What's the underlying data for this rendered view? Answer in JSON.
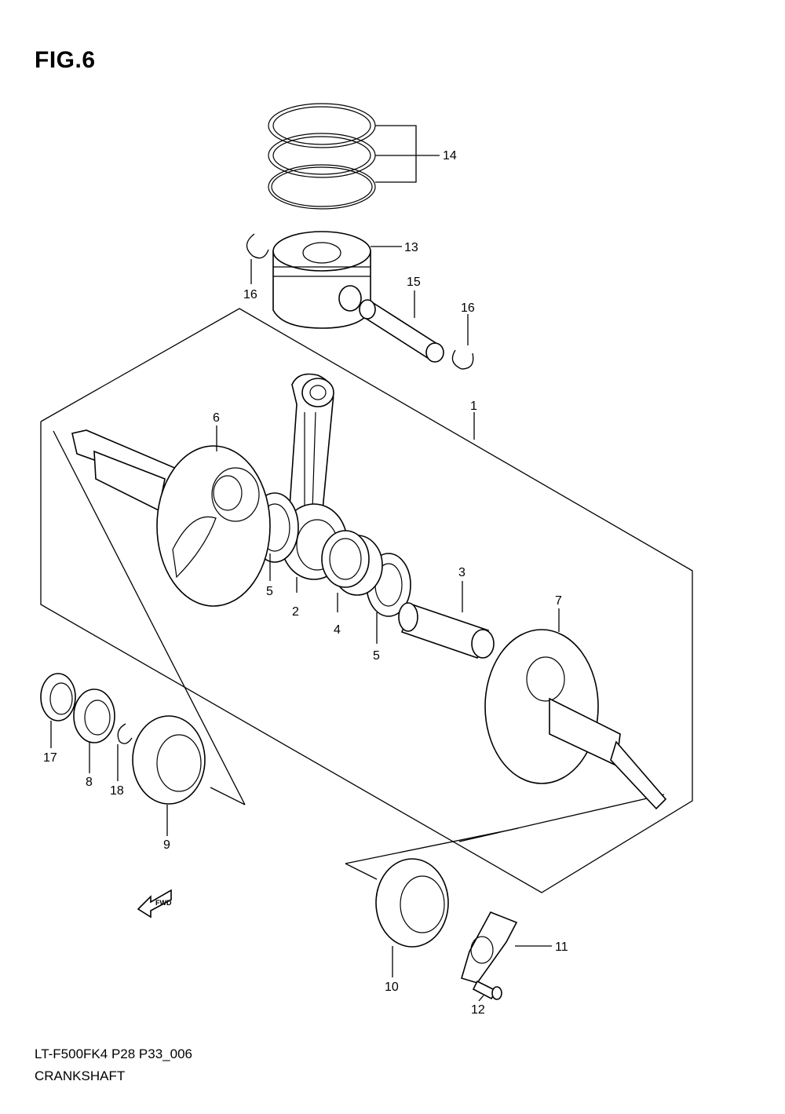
{
  "figure_title": "FIG.6",
  "diagram_code": "LT-F500FK4 P28 P33_006",
  "diagram_name": "CRANKSHAFT",
  "fwd_label": "FWD",
  "callouts": {
    "p1": "1",
    "p2": "2",
    "p3": "3",
    "p4": "4",
    "p5a": "5",
    "p5b": "5",
    "p6": "6",
    "p7": "7",
    "p8": "8",
    "p9": "9",
    "p10": "10",
    "p11": "11",
    "p12": "12",
    "p13": "13",
    "p14": "14",
    "p15": "15",
    "p16a": "16",
    "p16b": "16",
    "p17": "17",
    "p18": "18"
  }
}
